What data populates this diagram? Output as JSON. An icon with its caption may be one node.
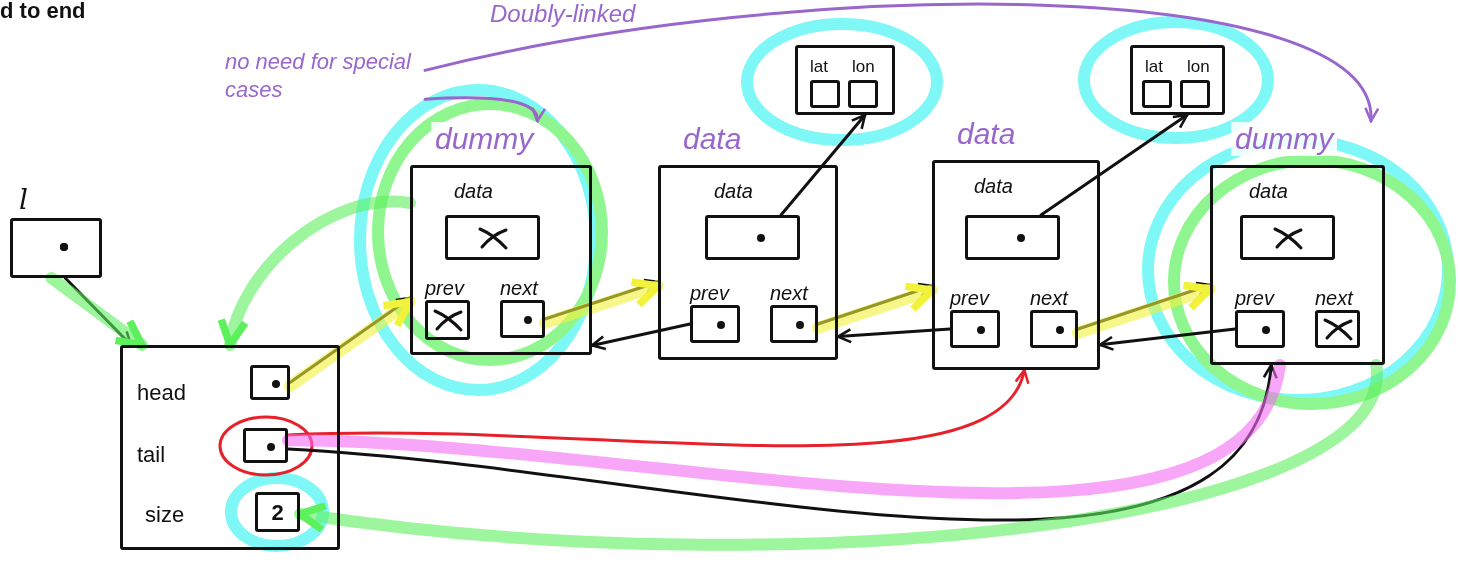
{
  "diagram": {
    "nodes": [
      {
        "text": [
          "l"
        ]
      },
      {
        "text": [
          "head",
          "tail",
          "size"
        ]
      },
      {
        "text": [],
        "shape": "box",
        "in": 1
      },
      {
        "text": [],
        "shape": "box",
        "in": 1
      },
      {
        "text": [
          "2"
        ],
        "in": 1
      },
      {
        "text": [
          "dummy",
          "data",
          "prev",
          "next"
        ]
      },
      {
        "text": [],
        "shape": "box",
        "in": 5
      },
      {
        "text": [],
        "shape": "box",
        "in": 5
      },
      {
        "text": [],
        "shape": "box",
        "in": 5
      },
      {
        "text": [
          "data",
          "data",
          "prev",
          "next"
        ]
      },
      {
        "text": [],
        "shape": "box",
        "in": 9
      },
      {
        "text": [],
        "shape": "box",
        "in": 9
      },
      {
        "text": [],
        "shape": "box",
        "in": 9
      },
      {
        "text": [
          "data",
          "data",
          "prev",
          "next"
        ]
      },
      {
        "text": [],
        "shape": "box",
        "in": 13
      },
      {
        "text": [],
        "shape": "box",
        "in": 13
      },
      {
        "text": [],
        "shape": "box",
        "in": 13
      },
      {
        "text": [
          "dummy",
          "data",
          "prev",
          "next"
        ]
      },
      {
        "text": [],
        "shape": "box",
        "in": 17
      },
      {
        "text": [],
        "shape": "box",
        "in": 17
      },
      {
        "text": [],
        "shape": "box",
        "in": 17
      },
      {
        "text": [
          "lat",
          "lon"
        ]
      },
      {
        "text": [],
        "shape": "box",
        "in": 21
      },
      {
        "text": [],
        "shape": "box",
        "in": 21
      },
      {
        "text": [
          "lat",
          "lon"
        ]
      },
      {
        "text": [],
        "shape": "box",
        "in": 24
      },
      {
        "text": [],
        "shape": "box",
        "in": 24
      },
      {
        "text": [
          "no need for special cases"
        ]
      }
    ],
    "edges": [
      {
        "from": 0,
        "to": 1,
        "arrow": "to"
      },
      {
        "from": 2,
        "to": 5,
        "arrow": "to"
      },
      {
        "from": 8,
        "to": 9,
        "arrow": "to"
      },
      {
        "from": 12,
        "to": 13,
        "arrow": "to"
      },
      {
        "from": 16,
        "to": 17,
        "arrow": "to"
      },
      {
        "from": 11,
        "to": 5,
        "arrow": "to"
      },
      {
        "from": 15,
        "to": 9,
        "arrow": "to"
      },
      {
        "from": 19,
        "to": 13,
        "arrow": "to"
      },
      {
        "from": 10,
        "to": 21,
        "arrow": "to"
      },
      {
        "from": 14,
        "to": 24,
        "arrow": "to"
      },
      {
        "from": 3,
        "to": 17,
        "arrow": "to"
      },
      {
        "from": 3,
        "to": 13,
        "arrow": "to",
        "color": "#e8202a"
      },
      {
        "from": 3,
        "to": 17,
        "arrow": "none",
        "style": "thick",
        "color": "#f36cf3"
      },
      {
        "from": 5,
        "to": 1,
        "arrow": "to",
        "style": "thick",
        "color": "#5cf05c"
      },
      {
        "from": 17,
        "to": 4,
        "arrow": "to",
        "style": "thick",
        "color": "#5cf05c"
      },
      {
        "from": 0,
        "to": 1,
        "arrow": "to",
        "style": "thick",
        "color": "#5cf05c"
      },
      {
        "from": 2,
        "to": 5,
        "arrow": "to",
        "style": "thick",
        "color": "#f2f23a"
      },
      {
        "from": 8,
        "to": 9,
        "arrow": "to",
        "style": "thick",
        "color": "#f2f23a"
      },
      {
        "from": 12,
        "to": 13,
        "arrow": "to",
        "style": "thick",
        "color": "#f2f23a"
      },
      {
        "from": 16,
        "to": 17,
        "arrow": "to",
        "style": "thick",
        "color": "#f2f23a"
      },
      {
        "from": 27,
        "to": 5,
        "arrow": "to",
        "color": "#9966cc"
      },
      {
        "from": 27,
        "to": 17,
        "arrow": "to",
        "color": "#9966cc"
      }
    ],
    "labels": [
      "d to end",
      "Doubly-linked"
    ]
  }
}
